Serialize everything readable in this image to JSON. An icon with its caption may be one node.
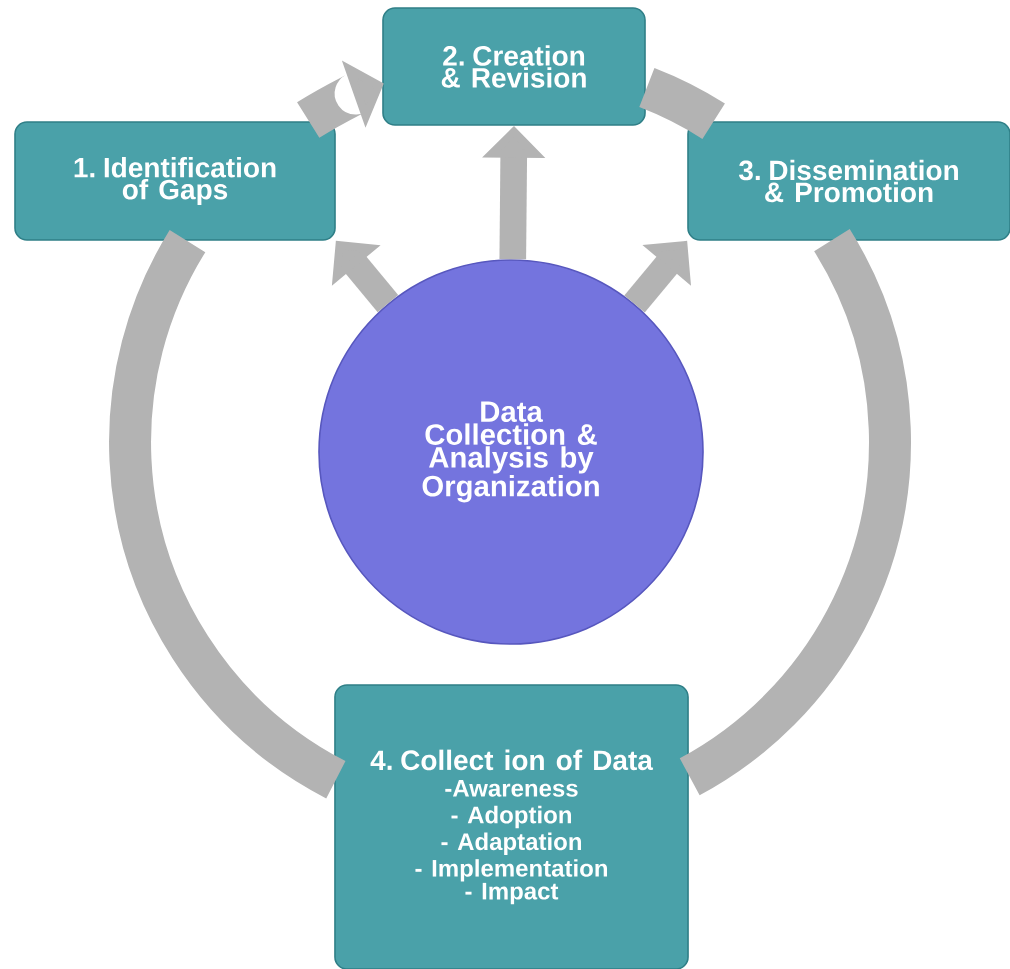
{
  "diagram": {
    "nodes": [
      {
        "text": [
          "1. Identification of Gaps"
        ]
      },
      {
        "text": [
          "2. Creation & Revision"
        ]
      },
      {
        "text": [
          "3. Dissemination & Promotion"
        ]
      },
      {
        "text": [
          "Data Collection & Analysis by Organization"
        ]
      },
      {
        "text": [
          "4. Collect ion of Data",
          "-Awareness",
          "- Adoption",
          "- Adaptation",
          "- Implementation",
          "- Impact"
        ]
      }
    ],
    "edges": [
      {
        "from": 0,
        "to": 1,
        "arrow": "to"
      },
      {
        "from": 1,
        "to": 2,
        "arrow": "none"
      },
      {
        "from": 2,
        "to": 4,
        "arrow": "none"
      },
      {
        "from": 4,
        "to": 0,
        "arrow": "none"
      },
      {
        "from": 3,
        "to": 0,
        "arrow": "to"
      },
      {
        "from": 3,
        "to": 1,
        "arrow": "to"
      },
      {
        "from": 3,
        "to": 2,
        "arrow": "to"
      }
    ]
  }
}
